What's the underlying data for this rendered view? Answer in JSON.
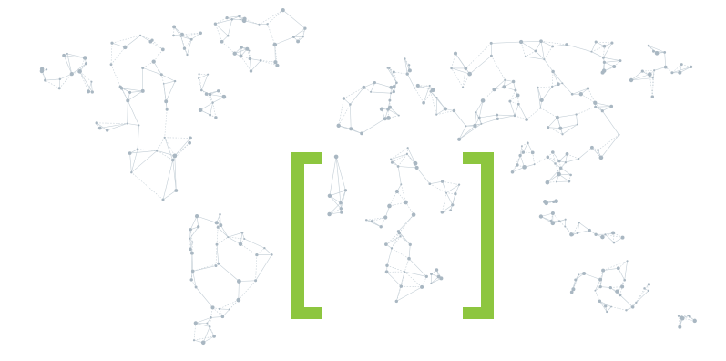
{
  "map": {
    "style": "network-node world map",
    "colors": {
      "background": "#ffffff",
      "node": "#a9b7c2",
      "line": "#c3ced6",
      "bracket": "#8dc63f"
    },
    "regions": [
      "north-america",
      "greenland",
      "south-america",
      "europe",
      "africa",
      "madagascar",
      "asia",
      "southeast-asia",
      "australia",
      "new-zealand"
    ]
  },
  "focus": {
    "shape": "square-brackets",
    "region": "africa"
  }
}
